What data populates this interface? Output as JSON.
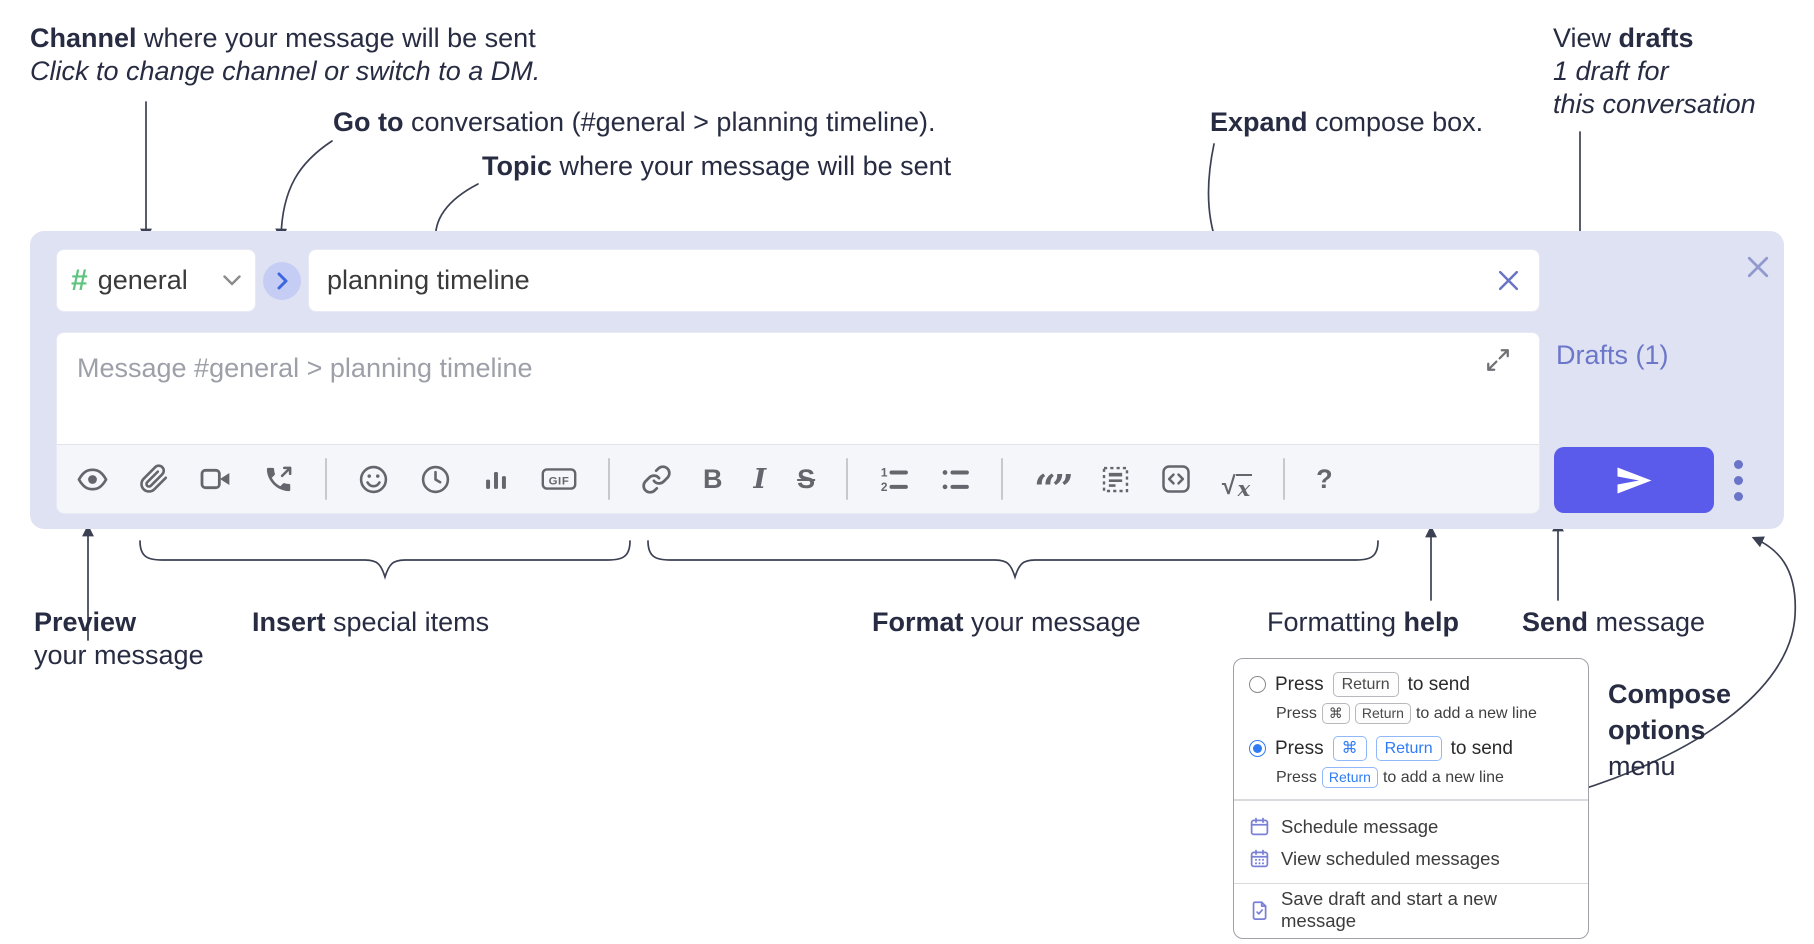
{
  "annotations": {
    "channel_line1_bold": "Channel",
    "channel_line1_rest": " where your message will be sent",
    "channel_line2": "Click to change channel or switch to a DM.",
    "goto_bold": "Go to",
    "goto_rest": " conversation (#general > planning timeline).",
    "topic_bold": "Topic",
    "topic_rest": " where your message will be sent",
    "expand_bold": "Expand",
    "expand_rest": " compose box.",
    "drafts_line1_pre": "View ",
    "drafts_line1_bold": "drafts",
    "drafts_line2": "1 draft for",
    "drafts_line3": "this conversation",
    "preview_bold": "Preview",
    "preview_line2": "your message",
    "insert_bold": "Insert",
    "insert_rest": " special items",
    "format_bold": "Format",
    "format_rest": " your message",
    "help_pre": "Formatting ",
    "help_bold": "help",
    "send_bold": "Send",
    "send_rest": " message",
    "compose_line1": "Compose",
    "compose_line2": "options",
    "compose_line3": "menu"
  },
  "compose": {
    "channel": {
      "hash": "#",
      "name": "general"
    },
    "topic_value": "planning timeline",
    "message_placeholder": "Message #general > planning timeline",
    "drafts_link": "Drafts (1)",
    "gif_label": "GIF",
    "quote_glyph": "“”",
    "bold_label": "B",
    "italic_label": "I",
    "strike_label": "S",
    "math_sqrt": "√",
    "math_x": "x",
    "help_label": "?"
  },
  "popup": {
    "opt1": {
      "press": "Press",
      "key1": "Return",
      "tail": "to send"
    },
    "opt1_sub": {
      "press": "Press",
      "key1": "⌘",
      "key2": "Return",
      "tail": "to add a new line"
    },
    "opt2": {
      "press": "Press",
      "key1": "⌘",
      "key2": "Return",
      "tail": "to send"
    },
    "opt2_sub": {
      "press": "Press",
      "key1": "Return",
      "tail": "to add a new line"
    },
    "schedule_label": "Schedule message",
    "view_scheduled_label": "View scheduled messages",
    "save_draft_label": "Save draft and start a new message"
  },
  "colors": {
    "send_button": "#5a5bea",
    "compose_background": "#dfe2f3",
    "drafts_link": "#6d77ca",
    "channel_hash_green": "#5fc47f",
    "kbd_blue": "#2f7bf5",
    "menu_icon_purple": "#7a80d6",
    "annotation_text": "#272c42"
  }
}
